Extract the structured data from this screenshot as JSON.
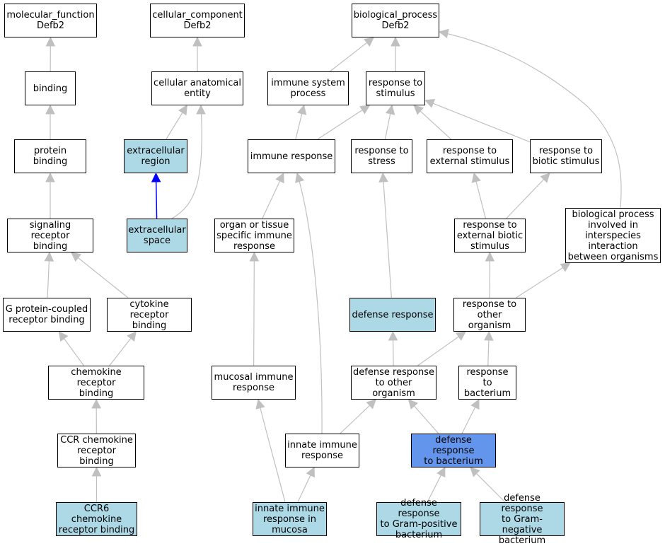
{
  "colors": {
    "default_fill": "#ffffff",
    "highlight_fill": "#add8e6",
    "focus_fill": "#6495ed",
    "edge": "#c0c0c0",
    "edge_highlight": "#0000ff"
  },
  "nodes": {
    "mf_root": {
      "label": "molecular_function\nDefb2",
      "kind": "default"
    },
    "binding": {
      "label": "binding",
      "kind": "default"
    },
    "protein_binding": {
      "label": "protein binding",
      "kind": "default"
    },
    "signaling_receptor_binding": {
      "label": "signaling receptor\nbinding",
      "kind": "default"
    },
    "gpcr_binding": {
      "label": "G protein-coupled\nreceptor binding",
      "kind": "default"
    },
    "cytokine_receptor_binding": {
      "label": "cytokine receptor\nbinding",
      "kind": "default"
    },
    "chemokine_receptor_binding": {
      "label": "chemokine receptor\nbinding",
      "kind": "default"
    },
    "ccr_chemokine_receptor_binding": {
      "label": "CCR chemokine\nreceptor binding",
      "kind": "default"
    },
    "ccr6_chemokine_receptor_binding": {
      "label": "CCR6 chemokine\nreceptor binding",
      "kind": "highlight"
    },
    "cc_root": {
      "label": "cellular_component\nDefb2",
      "kind": "default"
    },
    "cellular_anatomical_entity": {
      "label": "cellular anatomical\nentity",
      "kind": "default"
    },
    "extracellular_region": {
      "label": "extracellular\nregion",
      "kind": "highlight"
    },
    "extracellular_space": {
      "label": "extracellular\nspace",
      "kind": "highlight"
    },
    "bp_root": {
      "label": "biological_process\nDefb2",
      "kind": "default"
    },
    "immune_system_process": {
      "label": "immune system\nprocess",
      "kind": "default"
    },
    "response_to_stimulus": {
      "label": "response to\nstimulus",
      "kind": "default"
    },
    "immune_response": {
      "label": "immune response",
      "kind": "default"
    },
    "response_to_stress": {
      "label": "response to\nstress",
      "kind": "default"
    },
    "response_to_external_stimulus": {
      "label": "response to\nexternal stimulus",
      "kind": "default"
    },
    "response_to_biotic_stimulus": {
      "label": "response to\nbiotic stimulus",
      "kind": "default"
    },
    "organ_specific_immune_response": {
      "label": "organ or tissue\nspecific immune\nresponse",
      "kind": "default"
    },
    "response_to_external_biotic_stimulus": {
      "label": "response to\nexternal biotic\nstimulus",
      "kind": "default"
    },
    "interspecies_interaction": {
      "label": "biological process\ninvolved in\ninterspecies\ninteraction\nbetween organisms",
      "kind": "default"
    },
    "defense_response": {
      "label": "defense response",
      "kind": "highlight"
    },
    "response_to_other_organism": {
      "label": "response to\nother organism",
      "kind": "default"
    },
    "mucosal_immune_response": {
      "label": "mucosal immune\nresponse",
      "kind": "default"
    },
    "defense_response_other_organism": {
      "label": "defense response\nto other organism",
      "kind": "default"
    },
    "response_to_bacterium": {
      "label": "response to\nbacterium",
      "kind": "default"
    },
    "innate_immune_response": {
      "label": "innate immune\nresponse",
      "kind": "default"
    },
    "defense_response_to_bacterium": {
      "label": "defense response\nto bacterium",
      "kind": "focus"
    },
    "innate_immune_response_mucosa": {
      "label": "innate immune\nresponse in\nmucosa",
      "kind": "highlight"
    },
    "defense_gram_positive": {
      "label": "defense response\nto Gram-positive\nbacterium",
      "kind": "highlight"
    },
    "defense_gram_negative": {
      "label": "defense response\nto Gram-negative\nbacterium",
      "kind": "highlight"
    }
  },
  "edges": [
    {
      "from": "binding",
      "to": "mf_root"
    },
    {
      "from": "protein_binding",
      "to": "binding"
    },
    {
      "from": "signaling_receptor_binding",
      "to": "protein_binding"
    },
    {
      "from": "gpcr_binding",
      "to": "signaling_receptor_binding"
    },
    {
      "from": "cytokine_receptor_binding",
      "to": "signaling_receptor_binding"
    },
    {
      "from": "chemokine_receptor_binding",
      "to": "gpcr_binding"
    },
    {
      "from": "chemokine_receptor_binding",
      "to": "cytokine_receptor_binding"
    },
    {
      "from": "ccr_chemokine_receptor_binding",
      "to": "chemokine_receptor_binding"
    },
    {
      "from": "ccr6_chemokine_receptor_binding",
      "to": "ccr_chemokine_receptor_binding"
    },
    {
      "from": "cellular_anatomical_entity",
      "to": "cc_root"
    },
    {
      "from": "extracellular_region",
      "to": "cellular_anatomical_entity"
    },
    {
      "from": "extracellular_space",
      "to": "cellular_anatomical_entity"
    },
    {
      "from": "extracellular_space",
      "to": "extracellular_region",
      "highlight": true
    },
    {
      "from": "immune_system_process",
      "to": "bp_root"
    },
    {
      "from": "response_to_stimulus",
      "to": "bp_root"
    },
    {
      "from": "interspecies_interaction",
      "to": "bp_root"
    },
    {
      "from": "immune_response",
      "to": "immune_system_process"
    },
    {
      "from": "immune_response",
      "to": "response_to_stimulus"
    },
    {
      "from": "response_to_stress",
      "to": "response_to_stimulus"
    },
    {
      "from": "response_to_external_stimulus",
      "to": "response_to_stimulus"
    },
    {
      "from": "response_to_biotic_stimulus",
      "to": "response_to_stimulus"
    },
    {
      "from": "organ_specific_immune_response",
      "to": "immune_response"
    },
    {
      "from": "response_to_external_biotic_stimulus",
      "to": "response_to_external_stimulus"
    },
    {
      "from": "response_to_external_biotic_stimulus",
      "to": "response_to_biotic_stimulus"
    },
    {
      "from": "defense_response",
      "to": "response_to_stress"
    },
    {
      "from": "response_to_other_organism",
      "to": "response_to_external_biotic_stimulus"
    },
    {
      "from": "response_to_other_organism",
      "to": "interspecies_interaction"
    },
    {
      "from": "mucosal_immune_response",
      "to": "organ_specific_immune_response"
    },
    {
      "from": "defense_response_other_organism",
      "to": "defense_response"
    },
    {
      "from": "defense_response_other_organism",
      "to": "response_to_other_organism"
    },
    {
      "from": "response_to_bacterium",
      "to": "response_to_other_organism"
    },
    {
      "from": "innate_immune_response",
      "to": "immune_response"
    },
    {
      "from": "innate_immune_response",
      "to": "defense_response_other_organism"
    },
    {
      "from": "defense_response_to_bacterium",
      "to": "defense_response_other_organism"
    },
    {
      "from": "defense_response_to_bacterium",
      "to": "response_to_bacterium"
    },
    {
      "from": "innate_immune_response_mucosa",
      "to": "mucosal_immune_response"
    },
    {
      "from": "innate_immune_response_mucosa",
      "to": "innate_immune_response"
    },
    {
      "from": "defense_gram_positive",
      "to": "defense_response_to_bacterium"
    },
    {
      "from": "defense_gram_negative",
      "to": "defense_response_to_bacterium"
    }
  ]
}
